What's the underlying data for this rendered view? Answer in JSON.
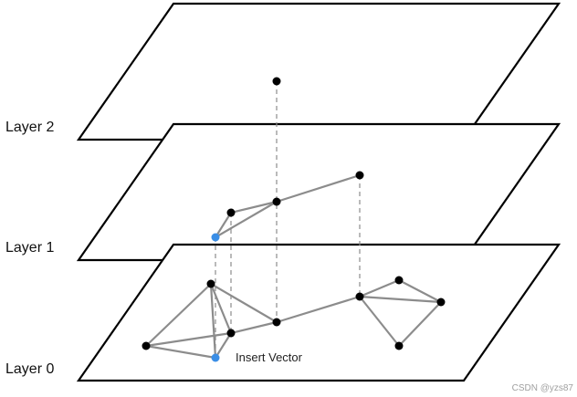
{
  "layers": [
    {
      "label": "Layer 2"
    },
    {
      "label": "Layer 1"
    },
    {
      "label": "Layer 0"
    }
  ],
  "insert_label": "Insert Vector",
  "watermark": "CSDN @yzs87",
  "colors": {
    "plane_stroke": "#000000",
    "edge": "#8c8c8c",
    "node": "#000000",
    "inserted_node": "#3a8ee6"
  }
}
